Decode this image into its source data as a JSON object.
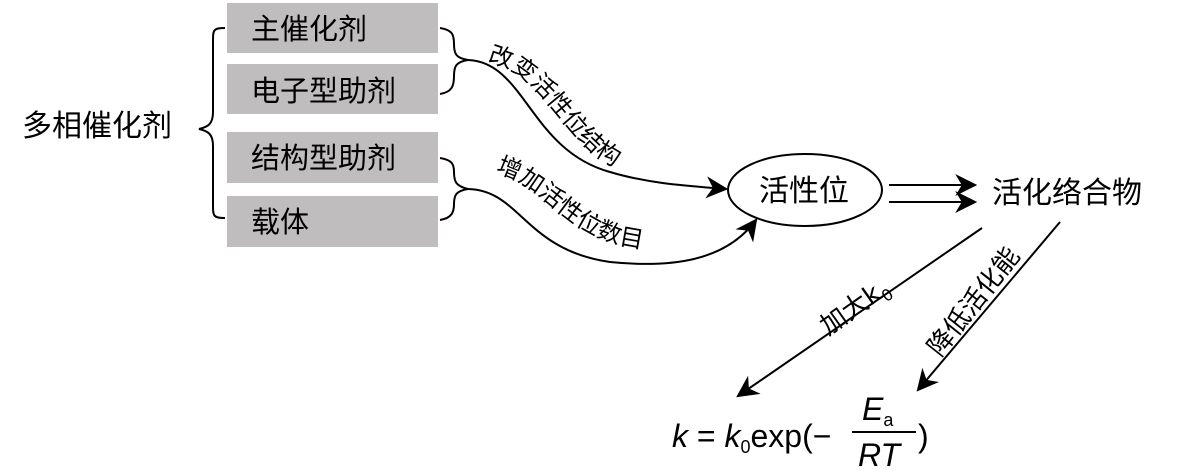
{
  "diagram": {
    "root": "多相催化剂",
    "components": [
      {
        "label": "主催化剂"
      },
      {
        "label": "电子型助剂"
      },
      {
        "label": "结构型助剂"
      },
      {
        "label": "载体"
      }
    ],
    "path_upper": "改变活性位结构",
    "path_lower": "增加活性位数目",
    "active_site": "活性位",
    "complex": "活化络合物",
    "left_arrow_label": "加大k",
    "left_arrow_label_sub": "0",
    "right_arrow_label": "降低活化能",
    "equation": {
      "k": "k",
      "eq": " = ",
      "k0": "k",
      "k0_sub": "0",
      "exp": "exp(−",
      "numerator": "E",
      "numerator_sub": "a",
      "denominator": "RT",
      "close": " )"
    },
    "colors": {
      "box_fill": "#bfbdbd",
      "line": "#000000",
      "background": "#ffffff"
    }
  }
}
